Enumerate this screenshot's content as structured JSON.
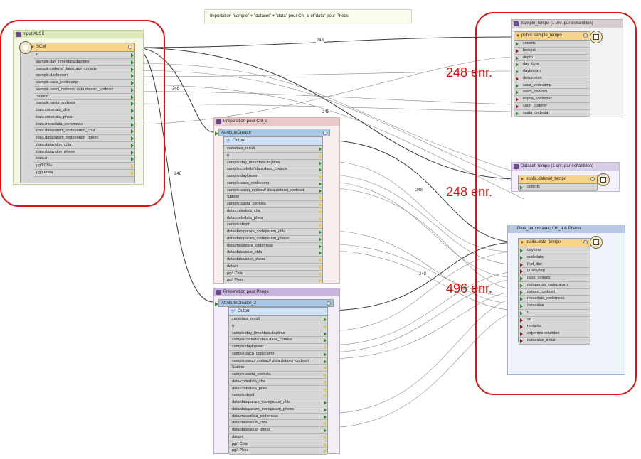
{
  "annotation": {
    "text": "Importation \"sample\" + \"dataset\" + \"data\" pour Chl_a et\"data\" pour Pheos"
  },
  "counts": {
    "c1": "246",
    "c2": "248",
    "c3": "248",
    "c4": "248",
    "c5": "248",
    "c6": "248"
  },
  "input_xlsx": {
    "title": "Input XLSX",
    "reader": "SCM",
    "attributes": [
      "n",
      "sample.day_time/data.daytime",
      "sample.codeds/ data.dass_codeds",
      "sample.dayknown",
      "sample.saca_codecamp",
      "sample.sasci_codesci/ data.datasci_codesci",
      "Station",
      "sample.sasta_codesta",
      "data.codedata_cha",
      "data.codedata_phea",
      "data.measdata_codemeas",
      "data.dataparam_codeparam_chla",
      "data.dataparam_codeparam_pheos",
      "data.datavalue_chla",
      "data.datavalue_pheos",
      "data.n",
      "µg/l Chla",
      "µg/l Phea"
    ]
  },
  "prep_chla": {
    "title": "Préparation pour Chl_a",
    "transformer": "AttributeCreator",
    "output": "Output",
    "attributes": [
      "codedata_result",
      "n",
      "sample.day_time/data.daytime",
      "sample.codeds/ data.dass_codeds",
      "sample.dayknown",
      "sample.saca_codecamp",
      "sample.sasci_codesci/ data.datasci_codesci",
      "Station",
      "sample.sasta_codesta",
      "data.codedata_cha",
      "data.codedata_phea",
      "sample.depth",
      "data.dataparam_codeparam_chla",
      "data.dataparam_codeparam_pheos",
      "data.measdata_codemeas",
      "data.datavalue_chla",
      "data.datavalue_pheos",
      "data.n",
      "µg/l Chla",
      "µg/l Phea"
    ]
  },
  "prep_pheos": {
    "title": "Préparation pour Pheos",
    "transformer": "AttributeCreator_2",
    "output": "Output",
    "attributes": [
      "codedata_result",
      "n",
      "sample.day_time/data.daytime",
      "sample.codeds/ data.dass_codeds",
      "sample.dayknown",
      "sample.saca_codecamp",
      "sample.sasci_codesci/ data.datasci_codesci",
      "Station",
      "sample.sasta_codesta",
      "data.codedata_cha",
      "data.codedata_phea",
      "sample.depth",
      "data.dataparam_codeparam_chla",
      "data.dataparam_codeparam_pheos",
      "data.measdata_codemeas",
      "data.datavalue_chla",
      "data.datavalue_pheos",
      "data.n",
      "µg/l Chla",
      "µg/l Phea"
    ]
  },
  "sample_tempo": {
    "title": "Sample_tempo (1 enr. par échantillon)",
    "writer": "public.sample_tempo",
    "attributes": [
      "codeds",
      "beddist",
      "depth",
      "day_time",
      "dayknown",
      "description",
      "saca_codecamp",
      "sasci_codesci",
      "espsa_codespec",
      "saref_coderef",
      "sasta_codesta"
    ],
    "marks": [
      "g",
      "r",
      "g",
      "g",
      "g",
      "r",
      "g",
      "g",
      "r",
      "r",
      "g"
    ],
    "enr": "248 enr."
  },
  "dataset_tempo": {
    "title": "Dataset_tempo (1 enr. par échantillon)",
    "writer": "public.dataset_tempo",
    "attributes": [
      "codeds"
    ],
    "marks": [
      "g"
    ],
    "enr": "248 enr."
  },
  "data_tempo": {
    "title": "Data_tempo avec Chl_a & Pheoa",
    "writer": "public.data_tempo",
    "attributes": [
      "daytime",
      "codedata",
      "bed_dist",
      "qualityflag",
      "dass_codeds",
      "dataparam_codeparam",
      "datasci_codesci",
      "measdata_codemeas",
      "datavalue",
      "n",
      "sd",
      "remarks",
      "experimentnumber",
      "datavalue_initial"
    ],
    "marks": [
      "g",
      "g",
      "r",
      "r",
      "g",
      "g",
      "g",
      "g",
      "g",
      "g",
      "r",
      "r",
      "r",
      "r"
    ],
    "enr": "496 enr."
  }
}
